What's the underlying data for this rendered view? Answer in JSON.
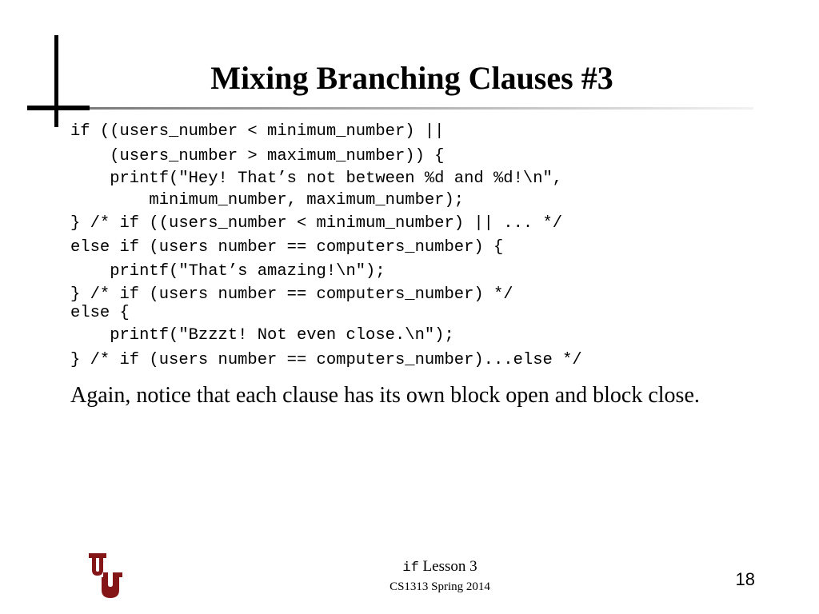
{
  "slide": {
    "title": "Mixing Branching Clauses #3",
    "code_lines": [
      "if ((users_number < minimum_number) ||",
      "    (users_number > maximum_number)) {",
      "    printf(\"Hey! That’s not between %d and %d!\\n\",",
      "        minimum_number, maximum_number);",
      "} /* if ((users_number < minimum_number) || ... */",
      "else if (users number == computers_number) {",
      "    printf(\"That’s amazing!\\n\");",
      "} /* if (users number == computers_number) */",
      "else {",
      "    printf(\"Bzzzt! Not even close.\\n\");",
      "} /* if (users number == computers_number)...else */"
    ],
    "body_text": "Again, notice that each clause has its own block open and block close.",
    "logo_icon": "ou-logo-icon",
    "logo_color": "#841617"
  },
  "footer": {
    "keyword": "if",
    "lesson": " Lesson 3",
    "course": "CS1313 Spring 2014",
    "page_number": "18"
  }
}
